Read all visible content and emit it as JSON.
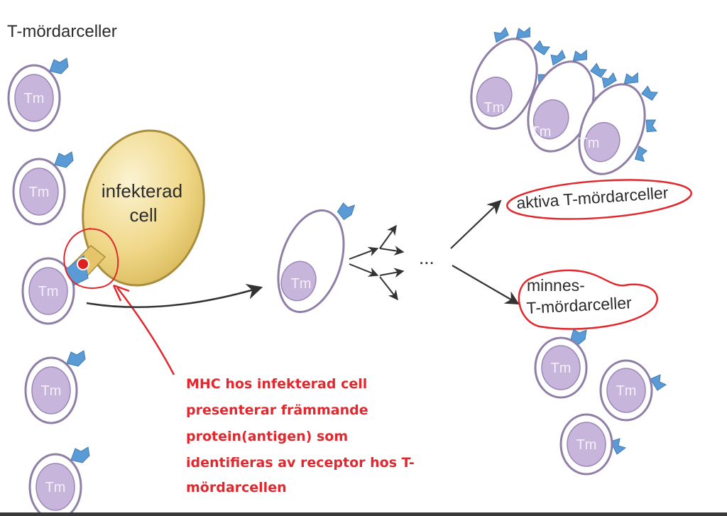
{
  "title": "T-mördarceller",
  "infected_cell_label": [
    "infekterad",
    "cell"
  ],
  "cell_label": "Tm",
  "ellipsis": "...",
  "active_label": "aktiva T-mördarceller",
  "memory_label": [
    "minnes-",
    "T-mördarceller"
  ],
  "annotation": [
    "MHC hos infekterad cell",
    "presenterar främmande",
    "protein(antigen) som",
    "identifieras av receptor hos T-",
    "mördarcellen"
  ],
  "colors": {
    "cell_fill": "#ffffff",
    "cell_outline": "#8f7fa6",
    "nucleus_fill": "#c7b5dc",
    "receptor": "#5b9bd5",
    "infected_cell": "#f0d889",
    "annotation_red": "#e0282e",
    "arrow": "#333333"
  }
}
